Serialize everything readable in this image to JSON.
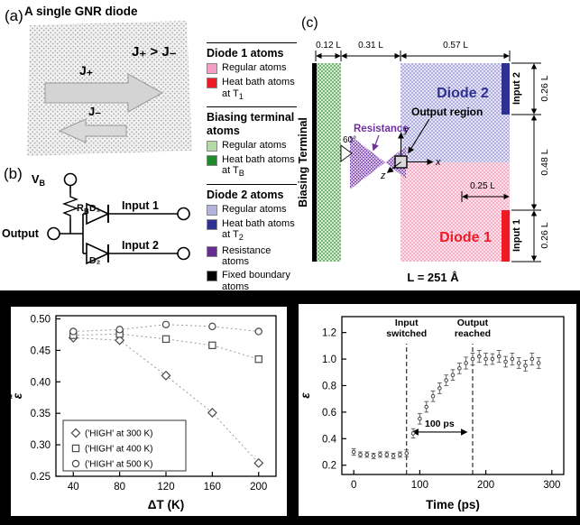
{
  "colors": {
    "pink": "#f59ec3",
    "red": "#ed1c24",
    "light_green": "#b4d9a6",
    "dark_green": "#1f8a2c",
    "lavender": "#b4b3de",
    "dark_blue": "#2e3192",
    "purple": "#662d91",
    "black": "#000000",
    "resistance_purple": "#7030a0"
  },
  "panel_a": {
    "label": "(a)",
    "title": "A single GNR diode",
    "inequality": "J₊ > J₋",
    "j_plus": "J₊",
    "j_minus": "J₋"
  },
  "panel_b": {
    "label": "(b)",
    "vb": {
      "main": "V",
      "sub": "B"
    },
    "rb": {
      "main": "R",
      "sub": "B"
    },
    "output_label": "Output",
    "d1": "D₁",
    "d2": "D₂",
    "input1": "Input 1",
    "input2": "Input 2"
  },
  "legend": {
    "groups": [
      {
        "header": "Diode 1 atoms",
        "items": [
          {
            "color": "pink",
            "label": "Regular atoms"
          },
          {
            "color": "red",
            "label": "Heat bath atoms at T",
            "sub": "1"
          }
        ]
      },
      {
        "header": "Biasing terminal atoms",
        "items": [
          {
            "color": "light_green",
            "label": "Regular atoms"
          },
          {
            "color": "dark_green",
            "label": "Heat bath atoms at T",
            "sub": "B"
          }
        ]
      },
      {
        "header": "Diode 2 atoms",
        "items": [
          {
            "color": "lavender",
            "label": "Regular atoms"
          },
          {
            "color": "dark_blue",
            "label": "Heat bath atoms at T",
            "sub": "2"
          },
          {
            "color": "purple",
            "label": "Resistance atoms"
          },
          {
            "color": "black",
            "label": "Fixed boundary atoms"
          }
        ]
      }
    ]
  },
  "panel_c": {
    "label": "(c)",
    "top_dims": [
      "0.12 L",
      "0.31 L",
      "0.57 L"
    ],
    "right_dims": [
      "0.26 L",
      "0.48 L",
      "0.26 L"
    ],
    "inner_dim": "0.25 L",
    "biasing_terminal": "Biasing Terminal",
    "resistance": "Resistance",
    "angle": "60°",
    "output_region": "Output region",
    "diode2": "Diode 2",
    "diode1": "Diode 1",
    "input2": "Input 2",
    "input1": "Input 1",
    "axis_x": "x",
    "axis_y": "y",
    "axis_z": "z",
    "length_label": "L = 251 Å"
  },
  "chart_data": [
    {
      "type": "scatter",
      "xlabel": "ΔT (K)",
      "ylabel": "ε̃",
      "xlim": [
        25,
        215
      ],
      "ylim": [
        0.25,
        0.505
      ],
      "xticks": [
        40,
        80,
        120,
        160,
        200
      ],
      "yticks": [
        0.25,
        0.3,
        0.35,
        0.4,
        0.45,
        0.5
      ],
      "x": [
        40,
        80,
        120,
        160,
        200
      ],
      "series": [
        {
          "name": "('HIGH' at 300 K)",
          "marker": "diamond",
          "values": [
            0.47,
            0.466,
            0.41,
            0.351,
            0.271
          ]
        },
        {
          "name": "('HIGH' at 400 K)",
          "marker": "square",
          "values": [
            0.474,
            0.476,
            0.468,
            0.458,
            0.436
          ]
        },
        {
          "name": "('HIGH' at 500 K)",
          "marker": "circle",
          "values": [
            0.48,
            0.483,
            0.491,
            0.488,
            0.48
          ]
        }
      ],
      "line_style": "dotted",
      "legend_position": "lower-left",
      "grid": false
    },
    {
      "type": "scatter-errorbar",
      "xlabel": "Time (ps)",
      "ylabel": "ε",
      "xlim": [
        -18,
        318
      ],
      "ylim": [
        0.13,
        1.32
      ],
      "xticks": [
        0,
        100,
        200,
        300
      ],
      "yticks": [
        0.2,
        0.4,
        0.6,
        0.8,
        1.0,
        1.2
      ],
      "points": [
        [
          0,
          0.3,
          0.025
        ],
        [
          10,
          0.28,
          0.02
        ],
        [
          20,
          0.28,
          0.02
        ],
        [
          30,
          0.27,
          0.02
        ],
        [
          40,
          0.28,
          0.02
        ],
        [
          50,
          0.28,
          0.02
        ],
        [
          60,
          0.27,
          0.02
        ],
        [
          70,
          0.28,
          0.02
        ],
        [
          80,
          0.29,
          0.025
        ],
        [
          90,
          0.44,
          0.035
        ],
        [
          100,
          0.55,
          0.04
        ],
        [
          110,
          0.64,
          0.04
        ],
        [
          120,
          0.72,
          0.04
        ],
        [
          130,
          0.78,
          0.04
        ],
        [
          140,
          0.84,
          0.04
        ],
        [
          150,
          0.88,
          0.04
        ],
        [
          160,
          0.93,
          0.04
        ],
        [
          170,
          0.97,
          0.045
        ],
        [
          180,
          1.0,
          0.045
        ],
        [
          190,
          1.02,
          0.045
        ],
        [
          200,
          1.0,
          0.045
        ],
        [
          210,
          1.0,
          0.04
        ],
        [
          220,
          1.02,
          0.045
        ],
        [
          230,
          0.98,
          0.04
        ],
        [
          240,
          1.0,
          0.045
        ],
        [
          250,
          0.97,
          0.04
        ],
        [
          260,
          0.95,
          0.04
        ],
        [
          270,
          1.0,
          0.045
        ],
        [
          280,
          0.97,
          0.04
        ]
      ],
      "annotations": {
        "vlines": [
          {
            "x": 80,
            "label_lines": [
              "Input",
              "switched"
            ]
          },
          {
            "x": 180,
            "label_lines": [
              "Output",
              "reached"
            ]
          }
        ],
        "span": {
          "x1": 80,
          "x2": 180,
          "y": 0.45,
          "label": "100 ps"
        }
      },
      "grid": false
    }
  ]
}
